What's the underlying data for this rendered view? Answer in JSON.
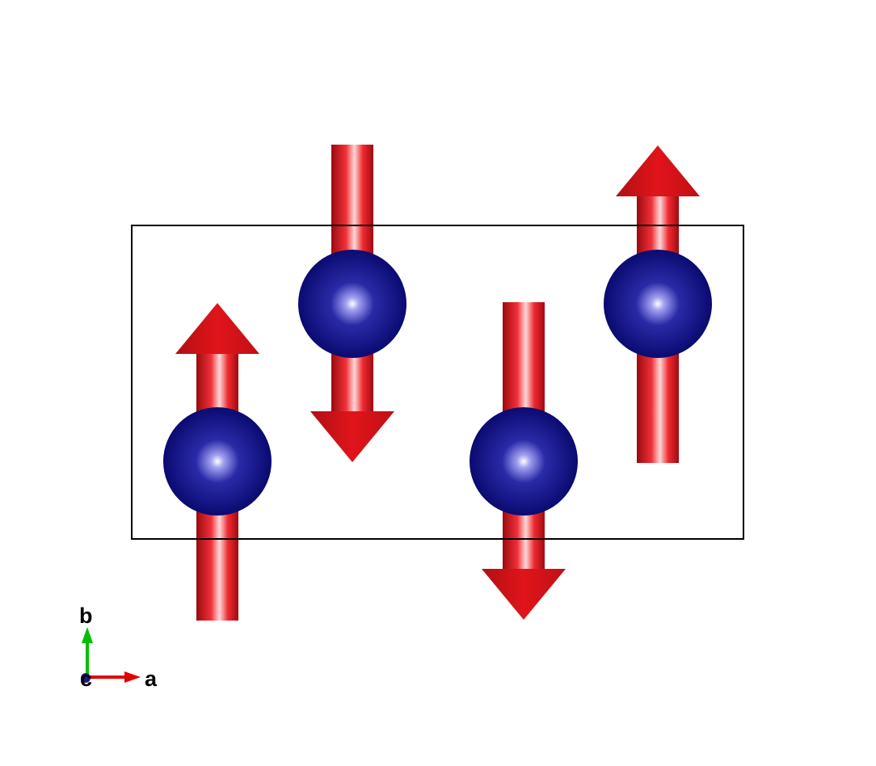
{
  "structure": {
    "atom_color": "#1a1a8c",
    "spin_color": "#e0141a",
    "cell_line_color": "#000000",
    "atoms": [
      {
        "id": 1,
        "spin": "up"
      },
      {
        "id": 2,
        "spin": "down"
      },
      {
        "id": 3,
        "spin": "down"
      },
      {
        "id": 4,
        "spin": "up"
      }
    ]
  },
  "axes": {
    "a": {
      "label": "a",
      "color": "#e00000"
    },
    "b": {
      "label": "b",
      "color": "#00c000"
    },
    "c": {
      "label": "c",
      "color": "#1a1a8c"
    }
  }
}
